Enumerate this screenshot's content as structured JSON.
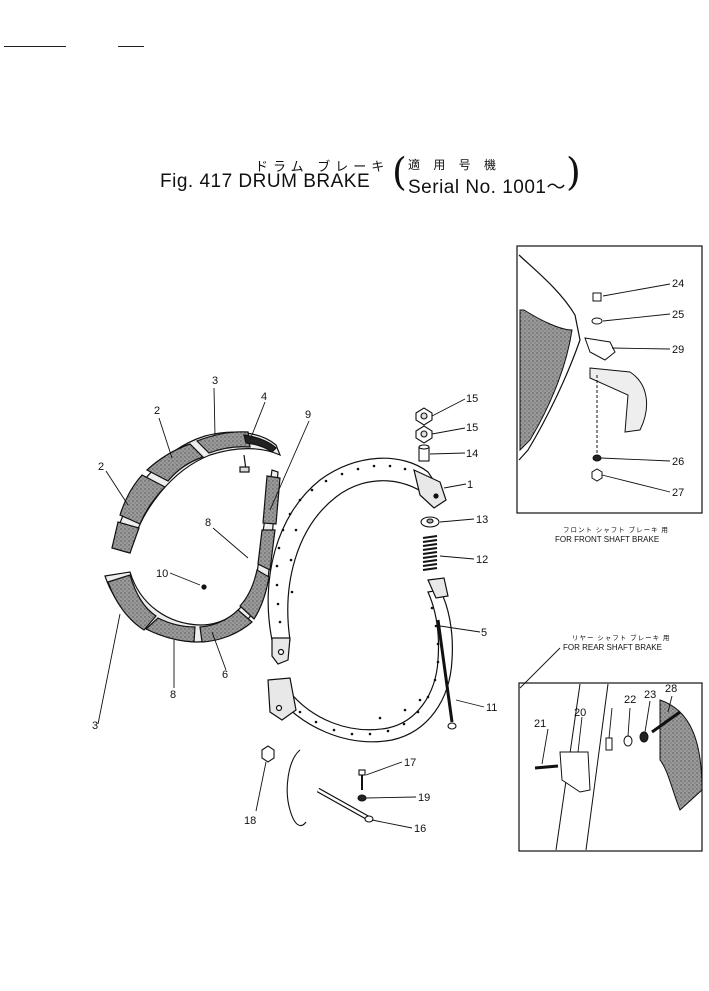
{
  "header": {
    "title_jp": "ドラム ブレーキ",
    "figure_title": "Fig. 417  DRUM BRAKE",
    "serial_jp": "適 用 号 機",
    "serial_en": "Serial No. 1001～",
    "paren_open": "(",
    "paren_close": ")"
  },
  "callouts": [
    "1",
    "2",
    "2",
    "3",
    "3",
    "4",
    "5",
    "6",
    "8",
    "8",
    "9",
    "10",
    "11",
    "12",
    "13",
    "14",
    "15",
    "15",
    "16",
    "17",
    "18",
    "19",
    "20",
    "21",
    "22",
    "23",
    "24",
    "25",
    "26",
    "27",
    "28",
    "29"
  ],
  "insets": {
    "front": {
      "caption_jp": "フロント シャフト ブレーキ 用",
      "caption_en": "FOR FRONT SHAFT BRAKE"
    },
    "rear": {
      "caption_jp": "リヤー シャフト ブレーキ 用",
      "caption_en": "FOR REAR SHAFT BRAKE"
    }
  },
  "colors": {
    "ink": "#111111",
    "lining": "#8a8a8a",
    "paper": "#ffffff"
  }
}
